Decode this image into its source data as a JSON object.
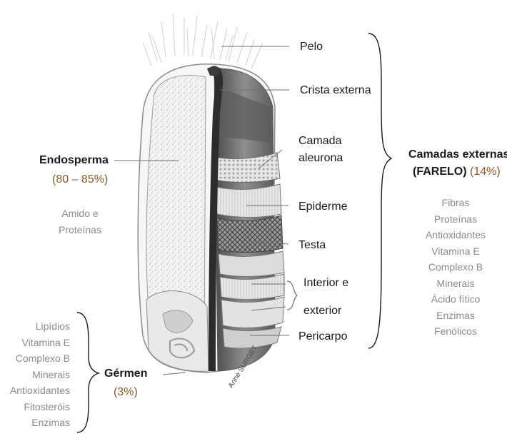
{
  "labels": {
    "pelo": "Pelo",
    "crista": "Crista externa",
    "camada_aleurona_1": "Camada",
    "camada_aleurona_2": "aleurona",
    "epiderme": "Epiderme",
    "testa": "Testa",
    "interior_1": "Interior e",
    "interior_2": "exterior",
    "pericarpo": "Pericarpo"
  },
  "endosperma": {
    "title": "Endosperma",
    "pct": "(80 – 85%)",
    "contents": [
      "Amido e",
      "Proteínas"
    ]
  },
  "camadas": {
    "title_1": "Camadas externas",
    "title_2": "(FARELO)",
    "pct": "(14%)",
    "contents": [
      "Fibras",
      "Proteínas",
      "Antioxidantes",
      "Vitamina E",
      "Complexo B",
      "Minerais",
      "Ácido fítico",
      "Enzimas",
      "Fenólicos"
    ]
  },
  "germen": {
    "title": "Gérmen",
    "pct": "(3%)",
    "contents": [
      "Lipídios",
      "Vitamina E",
      "Complexo B",
      "Minerais",
      "Antioxidantes",
      "Fitosteróis",
      "Enzimas"
    ]
  },
  "signature": "Anne SURGET",
  "colors": {
    "percent": "#8a5a2b",
    "list_text": "#8a8a8a"
  }
}
